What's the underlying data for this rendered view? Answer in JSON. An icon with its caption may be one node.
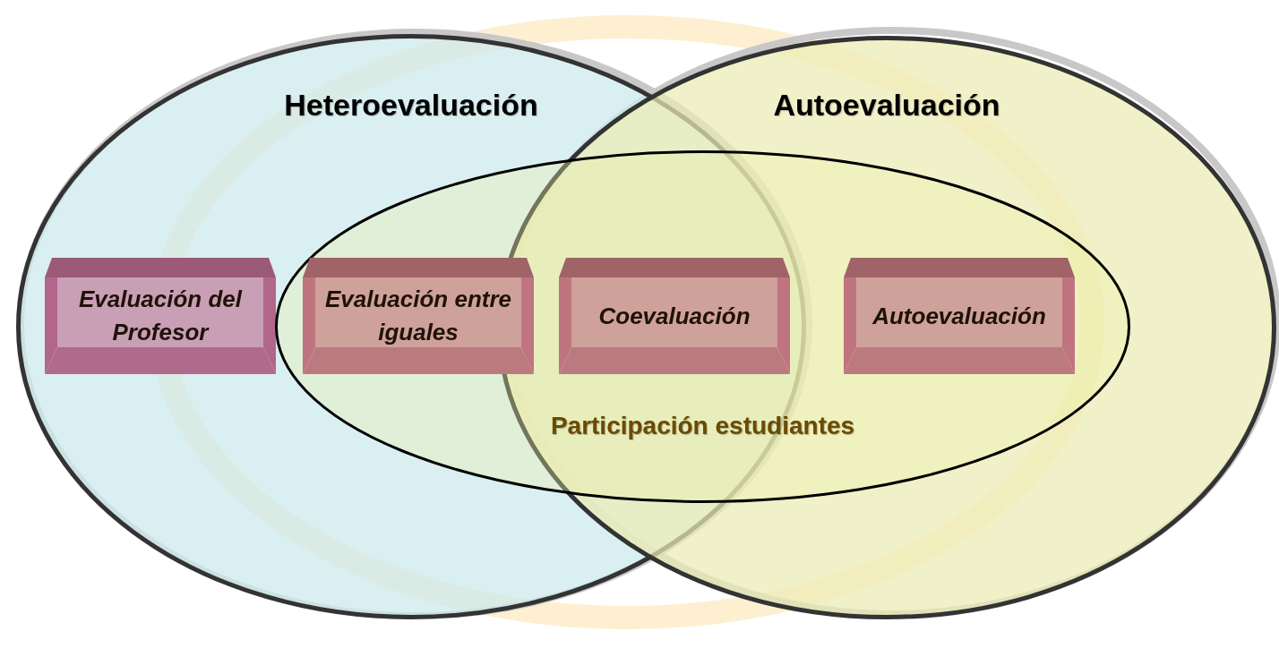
{
  "diagram": {
    "nodes": [
      {
        "text": [
          "Heteroevaluación"
        ]
      },
      {
        "text": [
          "Autoevaluación"
        ]
      },
      {
        "text": [
          "Participación estudiantes"
        ]
      },
      {
        "text": [
          "Evaluación del Profesor"
        ],
        "in": 0
      },
      {
        "text": [
          "Evaluación entre iguales"
        ]
      },
      {
        "text": [
          "Coevaluación"
        ]
      },
      {
        "text": [
          "Autoevaluación"
        ]
      }
    ]
  }
}
